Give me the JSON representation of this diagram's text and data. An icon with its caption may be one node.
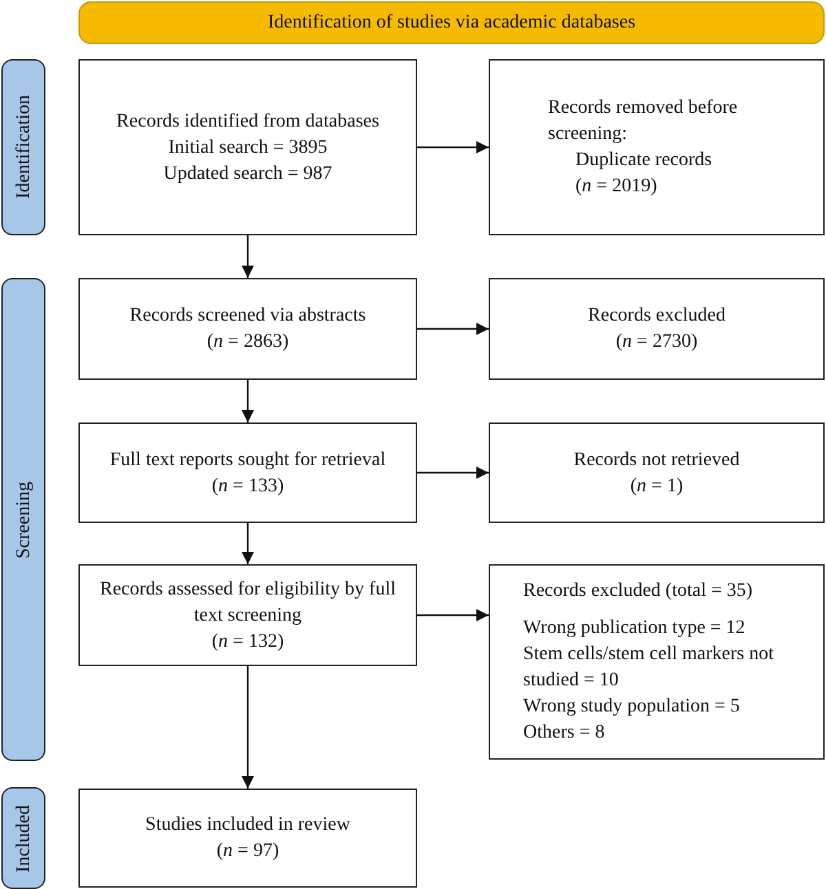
{
  "diagram": {
    "nodes": [
      {
        "text": [
          "Identification of studies via academic databases"
        ]
      },
      {
        "text": [
          "Identification"
        ]
      },
      {
        "text": [
          "Records identified from databases",
          "Initial search = 3895",
          "Updated search = 987"
        ]
      },
      {
        "text": [
          "Records removed before screening:",
          "Duplicate records",
          "(*n* = 2019)"
        ]
      },
      {
        "text": [
          "Screening"
        ]
      },
      {
        "text": [
          "Records screened via abstracts",
          "(*n* = 2863)"
        ]
      },
      {
        "text": [
          "Records excluded",
          "(*n* = 2730)"
        ]
      },
      {
        "text": [
          "Full text reports sought for retrieval",
          "(*n* = 133)"
        ]
      },
      {
        "text": [
          "Records not retrieved",
          "(*n* = 1)"
        ]
      },
      {
        "text": [
          "Records assessed for eligibility by full text screening",
          "(*n* = 132)"
        ]
      },
      {
        "text": [
          "Records excluded (total = 35)",
          "Wrong publication type = 12",
          "Stem cells/stem cell markers not studied = 10",
          "Wrong study population = 5",
          "Others = 8"
        ]
      },
      {
        "text": [
          "Included"
        ]
      },
      {
        "text": [
          "Studies included in review",
          "(*n* = 97)"
        ]
      }
    ],
    "edges": [
      {
        "from": 2,
        "to": 3,
        "arrow": "to"
      },
      {
        "from": 2,
        "to": 5,
        "arrow": "to"
      },
      {
        "from": 5,
        "to": 6,
        "arrow": "to"
      },
      {
        "from": 5,
        "to": 7,
        "arrow": "to"
      },
      {
        "from": 7,
        "to": 8,
        "arrow": "to"
      },
      {
        "from": 7,
        "to": 9,
        "arrow": "to"
      },
      {
        "from": 9,
        "to": 10,
        "arrow": "to"
      },
      {
        "from": 9,
        "to": 12,
        "arrow": "to"
      }
    ]
  }
}
